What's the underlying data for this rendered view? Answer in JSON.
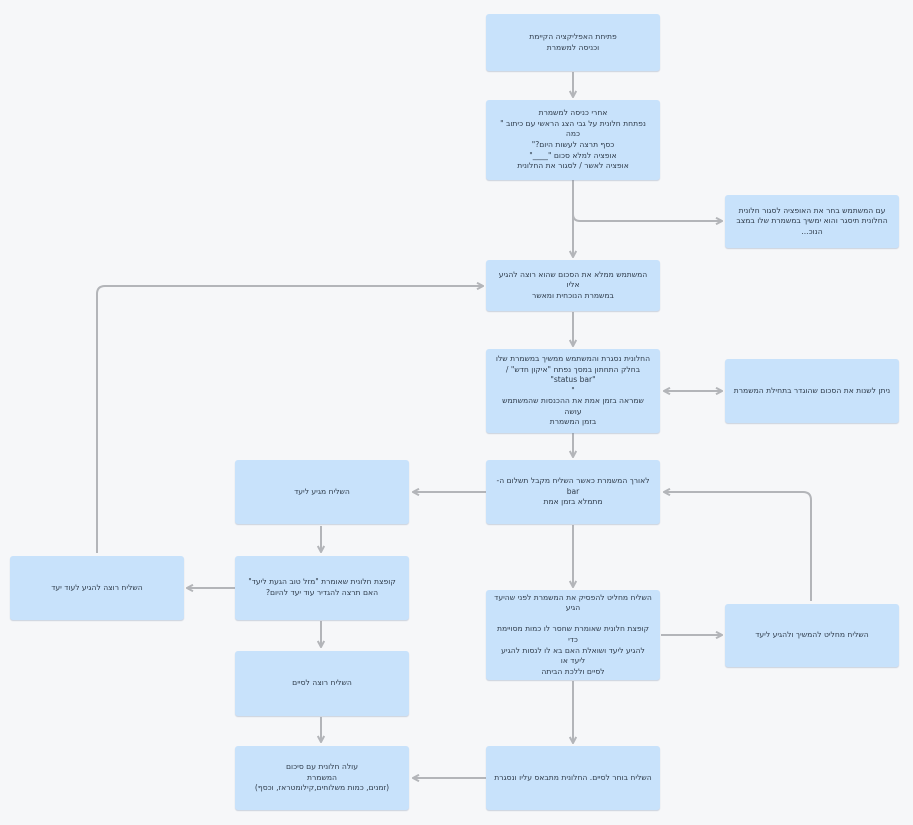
{
  "colors": {
    "node_fill": "#c8e2fb",
    "connector": "#b3b5b9",
    "background": "#f6f7f9"
  },
  "nodes": {
    "open_app": "פתיחת האפליקציה הקיימת\nוכניסה למשמרת",
    "after_login": "אחרי כניסה למשמרת\nנפתחת חלונית על גבי הצג הראשי עם כיתוב \" כמה\nכסף תרצה לעשות היום?\"\nאופציה למלא סכום \"____\"\nאופציה לאשר / לסגור את החלונית",
    "close_window": "עם המשתמש בחר את האופציה לסגור חלונית\nהחלונית תיסגר והוא ימשיך במשמרת שלו במצב הנוכ...",
    "fill_amount": "המשתמש ממלא את הסכום שהוא רוצה להגיע אליו\nבמשמרת הנוכחית ומאשר",
    "status_bar": "החלונית נסגרת והמשתמש ממשיך במשמרת שלו\nבחלק התחתון במסך נפתח \"איקון חדש\" / \"status bar\"\n\"\nשמראה בזמן אמת את ההכנסות שהמשתמש עושה\nבזמן המשמרת",
    "change_amount": "ניתן לשנות את הסכום שהוגדר בתחילת המשמרת",
    "bar_fills": "לאורך המשמרת כאשר השליח מקבל תשלום ה-bar\nמתמלא בזמן אמת",
    "reached_goal": "השליח מגיע ליעד",
    "another_goal": "השליח רוצה להגיע לעוד יעד",
    "popup_goal": "קופצת חלונית שאומרת \"מזל טוב הגעת ליעד\"\nהאם תרצה להגדיר עוד יעד להיום?",
    "stop_early": "השליח מחליט להפסיק את המשמרת לפני שהיעד\nהגיע\n\nקופצת חלונית שאומרת שחסר לו כמות מסויימת כדי\nלהגיע ליעד ושואלת האם בא לו לנסות להגיע ליעד או\nלסיים וללכת הביתה",
    "continue_goal": "השליח מחליט להמשיך ולהגיע ליעד",
    "wants_finish": "השליח רוצה לסיים",
    "summary": "עולה חלונית עם סיכום\nהמשמרת\n(זמנים, כמות משלוחים,קילומטראז, וכסף)",
    "chooses_finish": "השליח בוחר לסיים. החלונית מתבאס עליו ונסגרת"
  }
}
